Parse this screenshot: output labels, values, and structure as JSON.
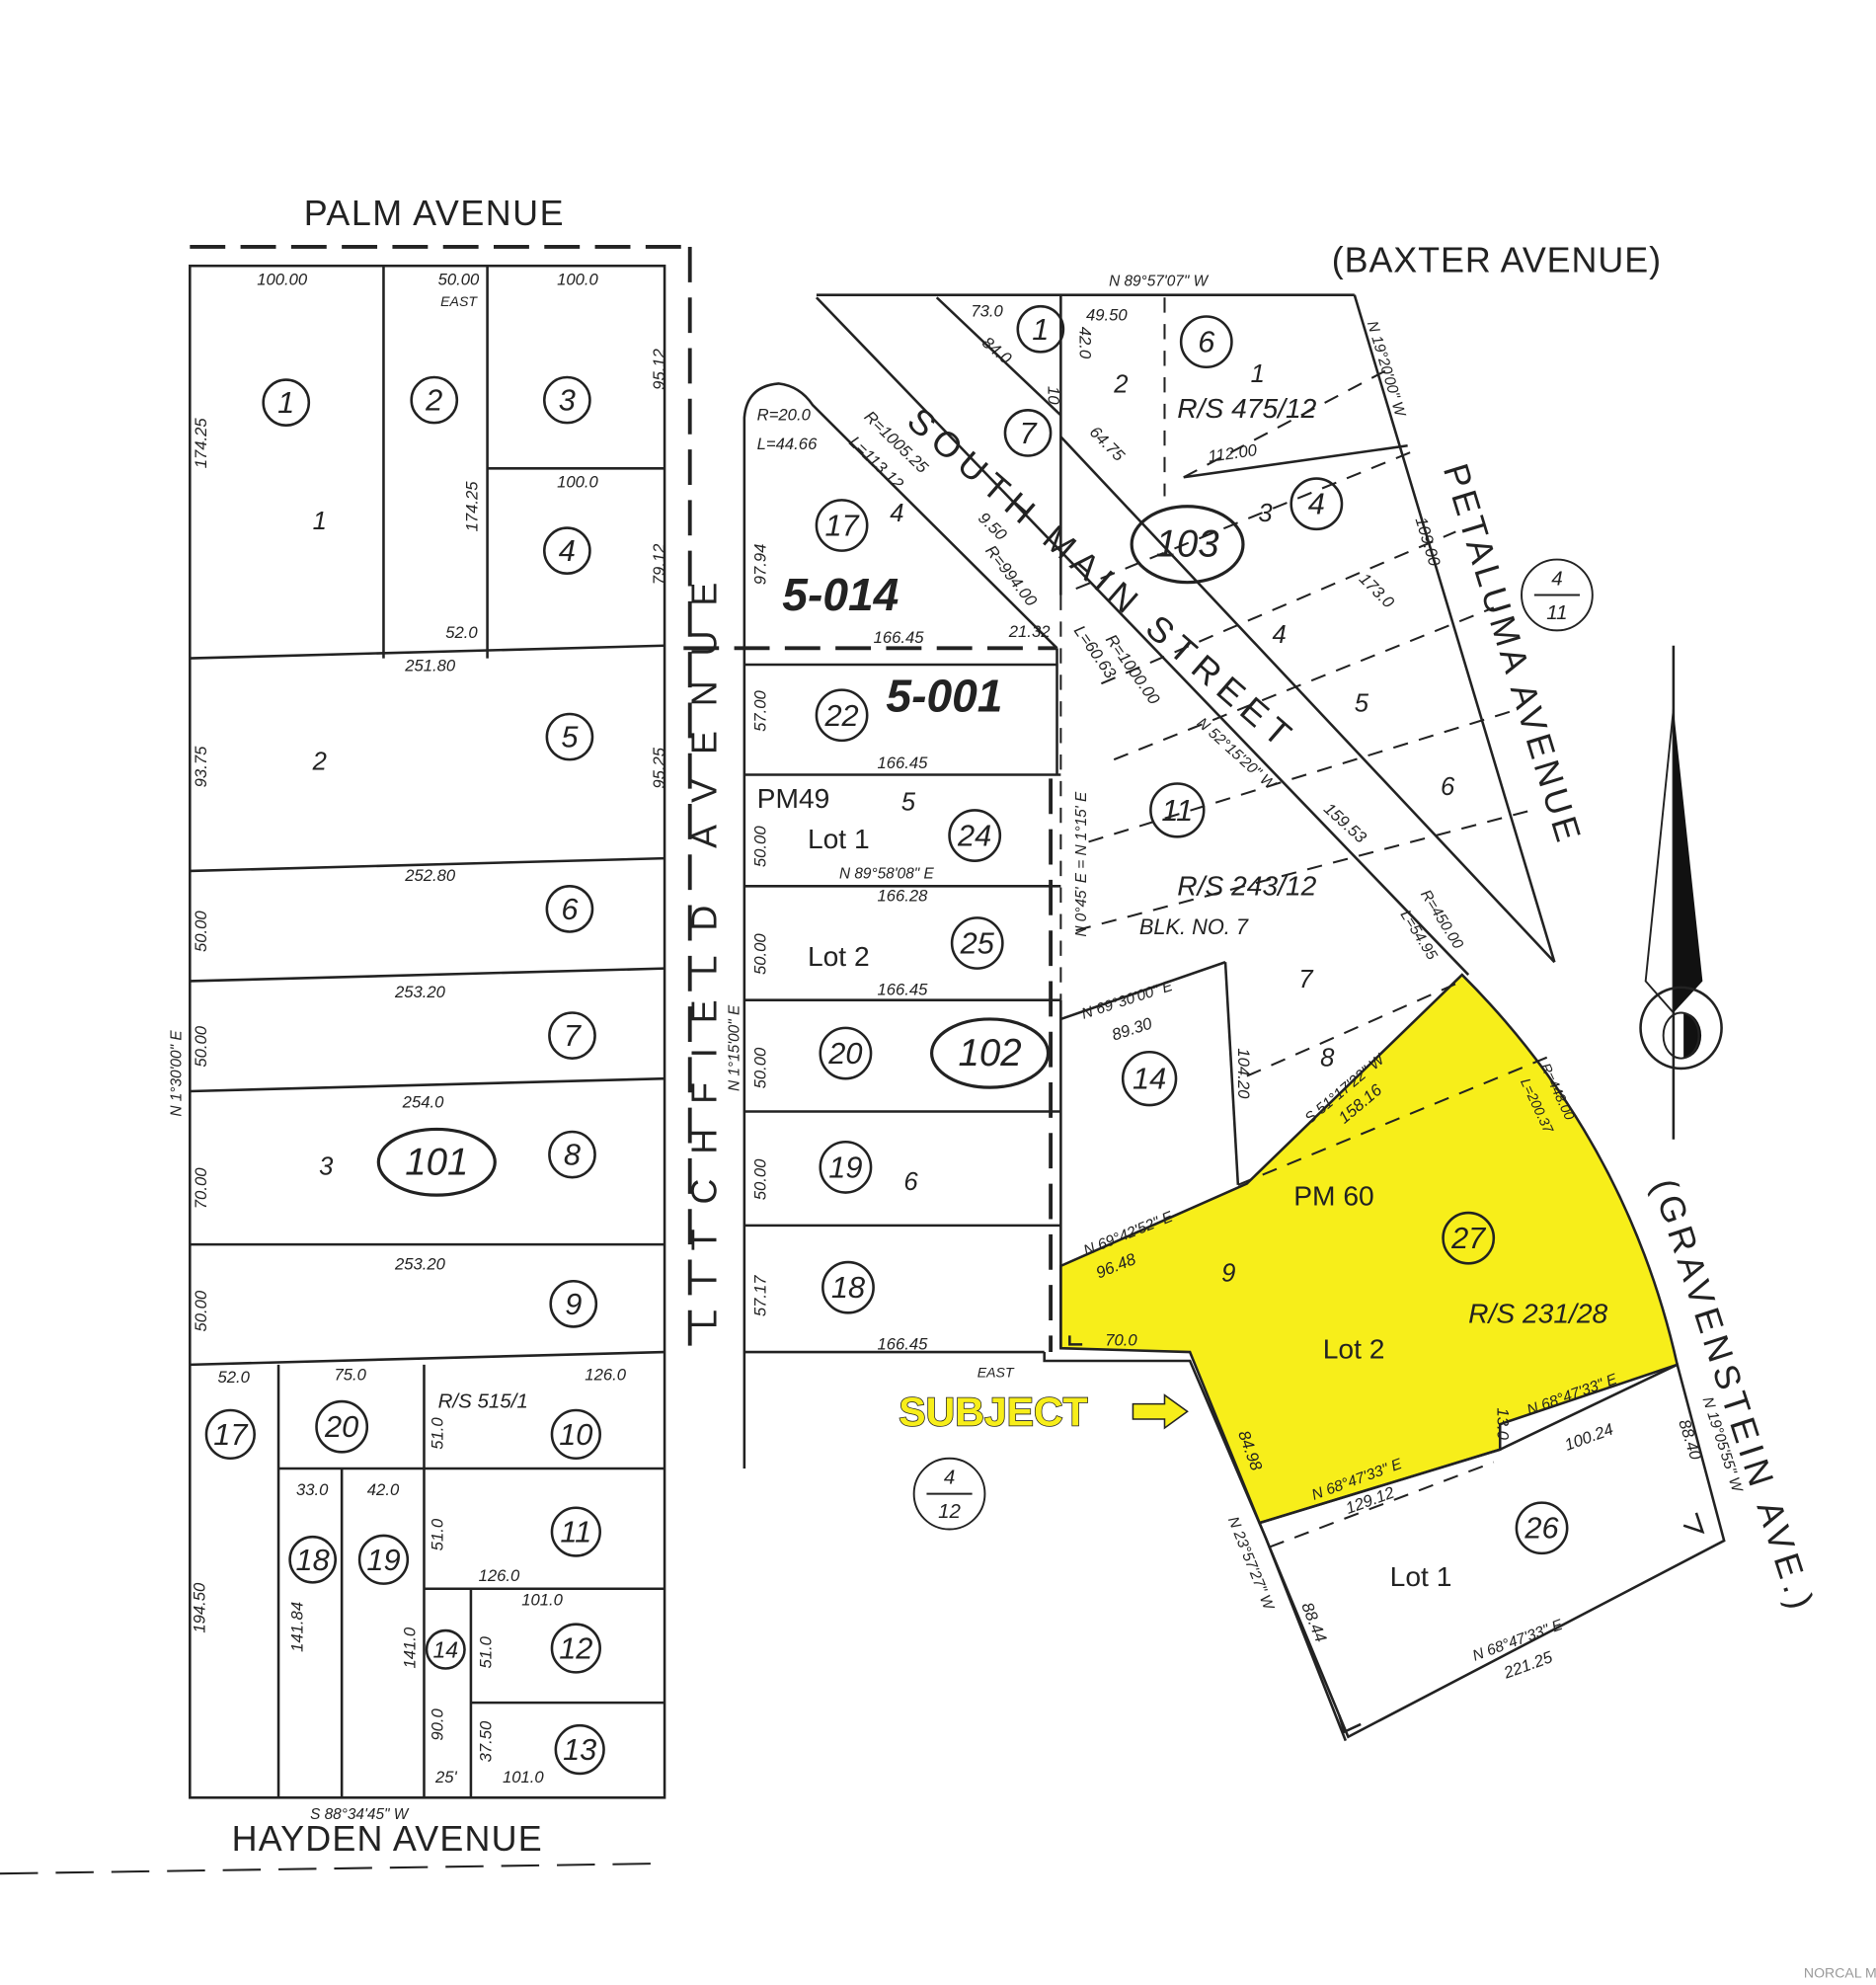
{
  "streets": {
    "palm": "PALM AVENUE",
    "baxter": "(BAXTER AVENUE)",
    "hayden": "HAYDEN AVENUE",
    "litchfield": "LITCHFIELD AVENUE",
    "south_main": "SOUTH MAIN STREET",
    "petaluma": "PETALUMA AVENUE",
    "gravenstein": "(GRAVENSTEIN AVE.)"
  },
  "blocks": {
    "b101": "101",
    "b102": "102",
    "b103": "103"
  },
  "book_pages": [
    "5-014",
    "5-001"
  ],
  "map_refs": [
    {
      "num": "4",
      "den": "11"
    },
    {
      "num": "4",
      "den": "12"
    }
  ],
  "left": {
    "parcels": [
      "1",
      "2",
      "3",
      "4",
      "5",
      "6",
      "7",
      "8",
      "9",
      "17",
      "20",
      "10",
      "18",
      "19",
      "11",
      "14",
      "12",
      "13"
    ],
    "lots": [
      "1",
      "2",
      "3",
      "R/S 515/1"
    ],
    "dims": [
      "100.00",
      "50.00",
      "EAST",
      "100.0",
      "174.25",
      "174.25",
      "95.12",
      "100.0",
      "79.12",
      "52.0",
      "251.80",
      "93.75",
      "95.25",
      "252.80",
      "50.00",
      "253.20",
      "50.00",
      "N 1°30'00\" E",
      "254.0",
      "70.00",
      "253.20",
      "50.00",
      "52.0",
      "75.0",
      "126.0",
      "51.0",
      "33.0",
      "42.0",
      "51.0",
      "126.0",
      "101.0",
      "194.50",
      "141.84",
      "141.0",
      "51.0",
      "90.0",
      "37.50",
      "25'",
      "101.0",
      "S 88°34'45\" W"
    ]
  },
  "middle": {
    "parcels": [
      "17",
      "22",
      "24",
      "25",
      "20",
      "19",
      "18"
    ],
    "lots": [
      "4",
      "5",
      "6",
      "PM49",
      "Lot 1",
      "Lot 2"
    ],
    "dims": [
      "R=20.0",
      "L=44.66",
      "R=1005.25",
      "L=113.12",
      "97.94",
      "9.50",
      "R=994.00",
      "166.45",
      "21.32",
      "57.00",
      "166.45",
      "50.00",
      "N 89°58'08\" E",
      "166.28",
      "50.00",
      "166.45",
      "N 1°15'00\" E",
      "50.00",
      "50.00",
      "57.17",
      "166.45",
      "EAST"
    ]
  },
  "right": {
    "parcels": [
      "1",
      "6",
      "7",
      "4",
      "11",
      "14",
      "27",
      "26"
    ],
    "lots": [
      "2",
      "1",
      "R/S 475/12",
      "3",
      "4",
      "5",
      "6",
      "R/S 243/12",
      "BLK. NO. 7",
      "7",
      "8",
      "9",
      "PM 60",
      "Lot 2",
      "R/S 231/28",
      "Lot 1"
    ],
    "dims": [
      "N 89°57'07\" W",
      "73.0",
      "49.50",
      "84.0",
      "42.0",
      "10",
      "64.75",
      "112.00",
      "N 19°20'00\" W",
      "109.00",
      "173.0",
      "L=60.63",
      "R=1000.00",
      "N 0°45' E = N 1°15' E",
      "N 52°15'20\" W",
      "159.53",
      "R=450.00",
      "L=54.95",
      "N 69°30'00\" E",
      "89.30",
      "104.20",
      "S 51°17'22\" W",
      "158.16",
      "R=448.00",
      "L=200.37",
      "N 69°42'52\" E",
      "96.48",
      "70.0",
      "N 68°47'33\" E",
      "13.0",
      "100.24",
      "N 68°47'33\" E",
      "129.12",
      "84.98",
      "N 19°05'55\" W",
      "88.40",
      "N 23°57'27\" W",
      "88.44",
      "N 68°47'33\" E",
      "221.25"
    ]
  },
  "subject": {
    "label": "SUBJECT",
    "highlight_color": "#f7ee1a",
    "icon": "arrow-right-icon"
  },
  "north_arrow": {
    "icon": "north-arrow-icon"
  },
  "watermark": "NORCAL MLS"
}
